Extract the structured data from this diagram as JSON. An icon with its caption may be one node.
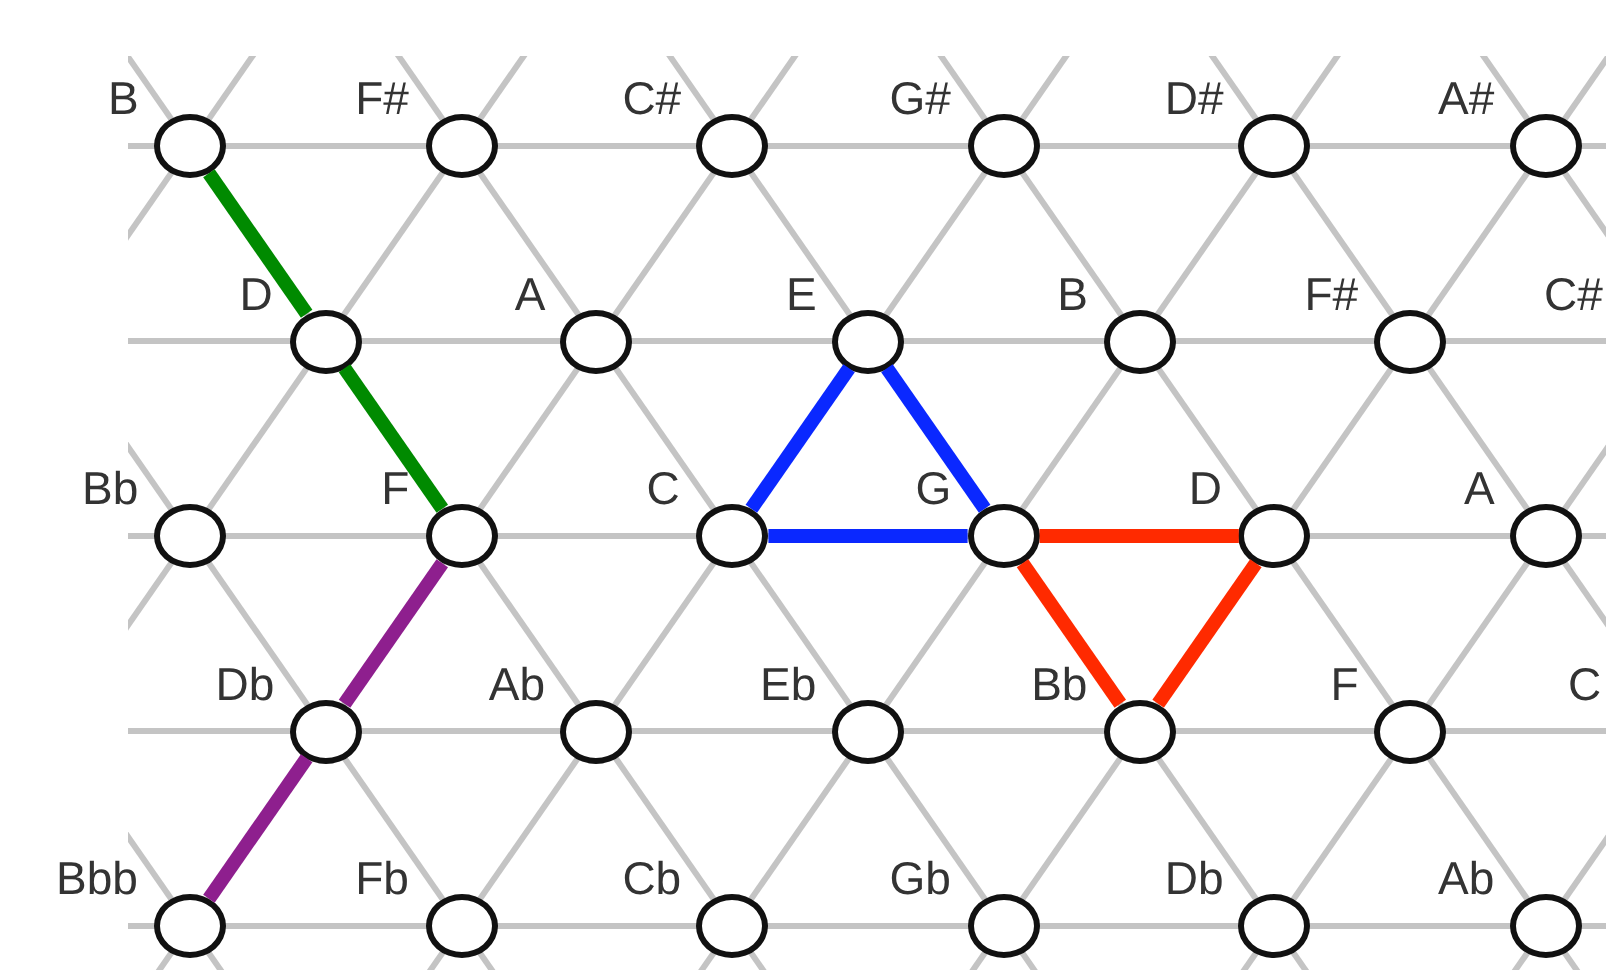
{
  "diagram": {
    "nodes": [
      {
        "text": [],
        "shape": "circle",
        "beside": [
          "B"
        ]
      },
      {
        "text": [],
        "shape": "circle",
        "beside": [
          "F#"
        ]
      },
      {
        "text": [],
        "shape": "circle",
        "beside": [
          "C#"
        ]
      },
      {
        "text": [],
        "shape": "circle",
        "beside": [
          "G#"
        ]
      },
      {
        "text": [],
        "shape": "circle",
        "beside": [
          "D#"
        ]
      },
      {
        "text": [],
        "shape": "circle",
        "beside": [
          "A#"
        ]
      },
      {
        "text": [],
        "shape": "circle",
        "beside": [
          "D"
        ]
      },
      {
        "text": [],
        "shape": "circle",
        "beside": [
          "A"
        ]
      },
      {
        "text": [],
        "shape": "circle",
        "beside": [
          "E"
        ]
      },
      {
        "text": [],
        "shape": "circle",
        "beside": [
          "B"
        ]
      },
      {
        "text": [],
        "shape": "circle",
        "beside": [
          "F#"
        ]
      },
      {
        "text": [],
        "shape": "circle",
        "beside": [
          "Bb"
        ]
      },
      {
        "text": [],
        "shape": "circle",
        "beside": [
          "F"
        ]
      },
      {
        "text": [],
        "shape": "circle",
        "beside": [
          "C"
        ]
      },
      {
        "text": [],
        "shape": "circle",
        "beside": [
          "G"
        ]
      },
      {
        "text": [],
        "shape": "circle",
        "beside": [
          "D"
        ]
      },
      {
        "text": [],
        "shape": "circle",
        "beside": [
          "A"
        ]
      },
      {
        "text": [],
        "shape": "circle",
        "beside": [
          "Db"
        ]
      },
      {
        "text": [],
        "shape": "circle",
        "beside": [
          "Ab"
        ]
      },
      {
        "text": [],
        "shape": "circle",
        "beside": [
          "Eb"
        ]
      },
      {
        "text": [],
        "shape": "circle",
        "beside": [
          "Bb"
        ]
      },
      {
        "text": [],
        "shape": "circle",
        "beside": [
          "F"
        ]
      },
      {
        "text": [],
        "shape": "circle",
        "beside": [
          "Bbb"
        ]
      },
      {
        "text": [],
        "shape": "circle",
        "beside": [
          "Fb"
        ]
      },
      {
        "text": [],
        "shape": "circle",
        "beside": [
          "Cb"
        ]
      },
      {
        "text": [],
        "shape": "circle",
        "beside": [
          "Gb"
        ]
      },
      {
        "text": [],
        "shape": "circle",
        "beside": [
          "Db"
        ]
      },
      {
        "text": [],
        "shape": "circle",
        "beside": [
          "Ab"
        ]
      }
    ],
    "edges": [
      {
        "from": 0,
        "to": 6,
        "arrow": "none",
        "color": "#008a00"
      },
      {
        "from": 6,
        "to": 12,
        "arrow": "none",
        "color": "#008a00"
      },
      {
        "from": 12,
        "to": 17,
        "arrow": "none",
        "color": "#8e1f8e"
      },
      {
        "from": 17,
        "to": 22,
        "arrow": "none",
        "color": "#8e1f8e"
      },
      {
        "from": 13,
        "to": 8,
        "arrow": "none",
        "color": "#0a28ff"
      },
      {
        "from": 8,
        "to": 14,
        "arrow": "none",
        "color": "#0a28ff"
      },
      {
        "from": 14,
        "to": 13,
        "arrow": "none",
        "color": "#0a28ff"
      },
      {
        "from": 14,
        "to": 15,
        "arrow": "none",
        "color": "#ff2a00"
      },
      {
        "from": 15,
        "to": 20,
        "arrow": "none",
        "color": "#ff2a00"
      },
      {
        "from": 20,
        "to": 14,
        "arrow": "none",
        "color": "#ff2a00"
      }
    ],
    "labels": [
      "C#",
      "C"
    ]
  }
}
